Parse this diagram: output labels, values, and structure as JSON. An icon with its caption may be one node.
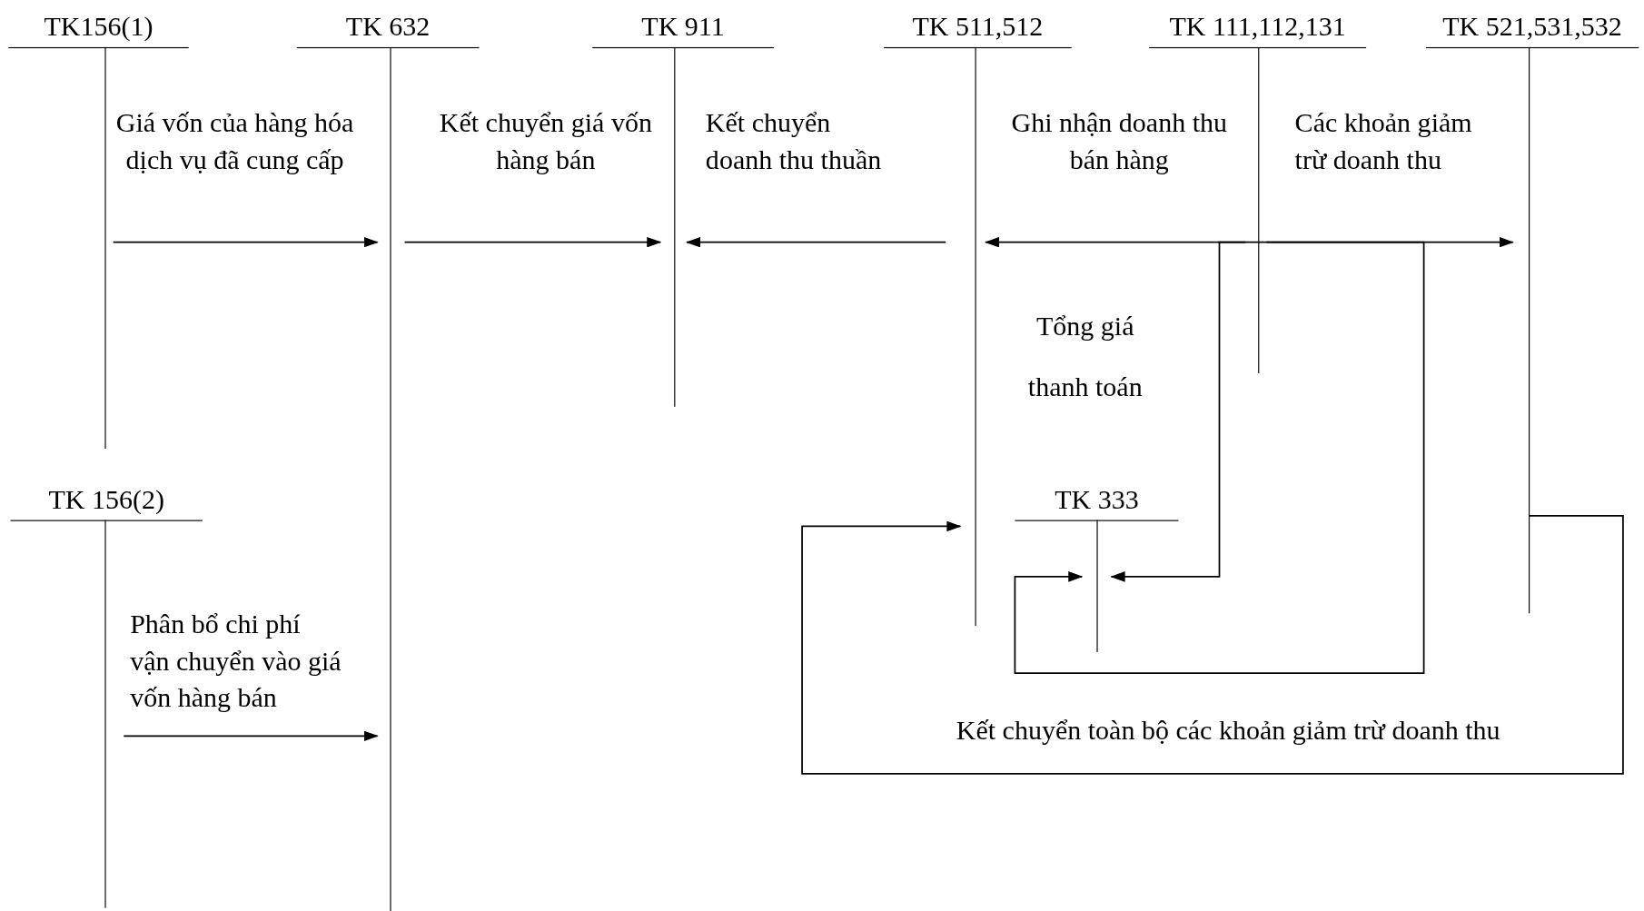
{
  "diagram": {
    "nodes": [
      {
        "text": [
          "TK156(1)"
        ]
      },
      {
        "text": [
          "TK 632"
        ]
      },
      {
        "text": [
          "TK 911"
        ]
      },
      {
        "text": [
          "TK 511,512"
        ]
      },
      {
        "text": [
          "TK 111,112,131"
        ]
      },
      {
        "text": [
          "TK 521,531,532"
        ]
      },
      {
        "text": [
          "TK 156(2)"
        ]
      },
      {
        "text": [
          "TK 333"
        ]
      }
    ],
    "edges": [
      {
        "from": 0,
        "to": 1,
        "arrow": "to",
        "label": "Giá vốn của hàng hóa dịch vụ đã cung cấp"
      },
      {
        "from": 1,
        "to": 2,
        "arrow": "to",
        "label": "Kết chuyển giá vốn hàng bán"
      },
      {
        "from": 3,
        "to": 2,
        "arrow": "to",
        "label": "Kết chuyển doanh thu thuần"
      },
      {
        "from": 4,
        "to": 3,
        "arrow": "to",
        "label": "Ghi nhận doanh thu bán hàng"
      },
      {
        "from": 4,
        "to": 7,
        "arrow": "to"
      },
      {
        "from": 4,
        "to": 5,
        "arrow": "to",
        "label": "Các khoản giảm trừ doanh thu"
      },
      {
        "from": 4,
        "to": 7,
        "arrow": "to"
      },
      {
        "from": 5,
        "to": 3,
        "arrow": "to",
        "label": "Kết chuyển toàn bộ các khoản giảm trừ doanh thu"
      },
      {
        "from": 6,
        "to": 1,
        "arrow": "to",
        "label": "Phân bổ chi phí vận chuyển vào giá vốn hàng bán"
      }
    ],
    "labels": [
      "Tổng giá thanh toán"
    ]
  }
}
